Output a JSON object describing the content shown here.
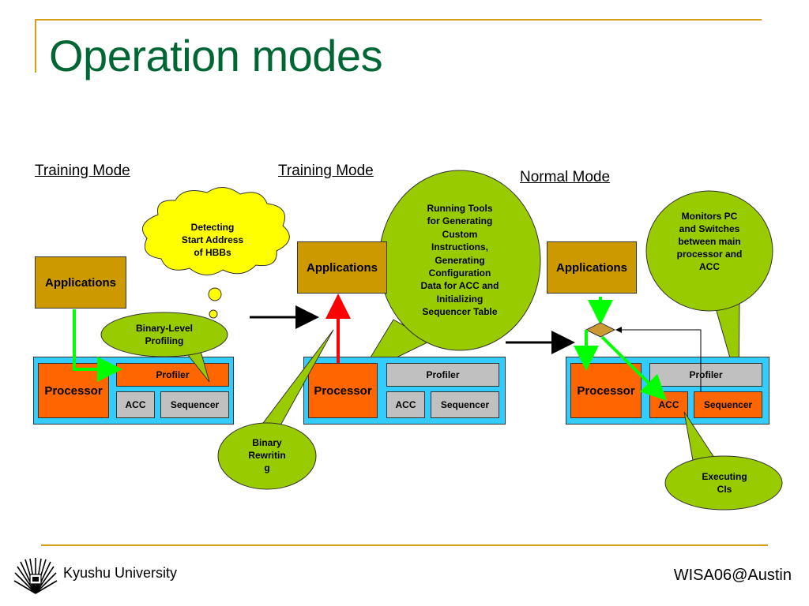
{
  "slide": {
    "title": "Operation modes",
    "footer_left": "Kyushu University",
    "footer_right": "WISA06@Austin"
  },
  "panels": [
    {
      "mode_label": "Training Mode",
      "applications": "Applications",
      "processor": "Processor",
      "profiler": "Profiler",
      "acc": "ACC",
      "sequencer": "Sequencer",
      "thought_bubble": [
        "Detecting",
        "Start Address",
        "of HBBs"
      ],
      "callout": [
        "Binary-Level",
        "Profiling"
      ]
    },
    {
      "mode_label": "Training Mode",
      "applications": "Applications",
      "processor": "Processor",
      "profiler": "Profiler",
      "acc": "ACC",
      "sequencer": "Sequencer",
      "big_callout": [
        "Running Tools",
        "for Generating",
        "Custom",
        "Instructions,",
        "Generating",
        "Configuration",
        "Data for ACC and",
        "Initializing",
        "Sequencer Table"
      ],
      "callout": [
        "Binary",
        "Rewritin",
        "g"
      ]
    },
    {
      "mode_label": "Normal Mode",
      "applications": "Applications",
      "processor": "Processor",
      "profiler": "Profiler",
      "acc": "ACC",
      "sequencer": "Sequencer",
      "big_callout": [
        "Monitors PC",
        "and Switches",
        "between main",
        "processor and",
        "ACC"
      ],
      "callout": [
        "Executing",
        "CIs"
      ]
    }
  ],
  "colors": {
    "title": "#006633",
    "gold_rule": "#d4a017",
    "applications": "#cc9900",
    "container": "#33ccff",
    "processor": "#ff6600",
    "inactive": "#c0c0c0",
    "callout": "#99cc00",
    "thought": "#ffff00",
    "green_arrow": "#00ff00",
    "red_arrow": "#ff0000"
  }
}
